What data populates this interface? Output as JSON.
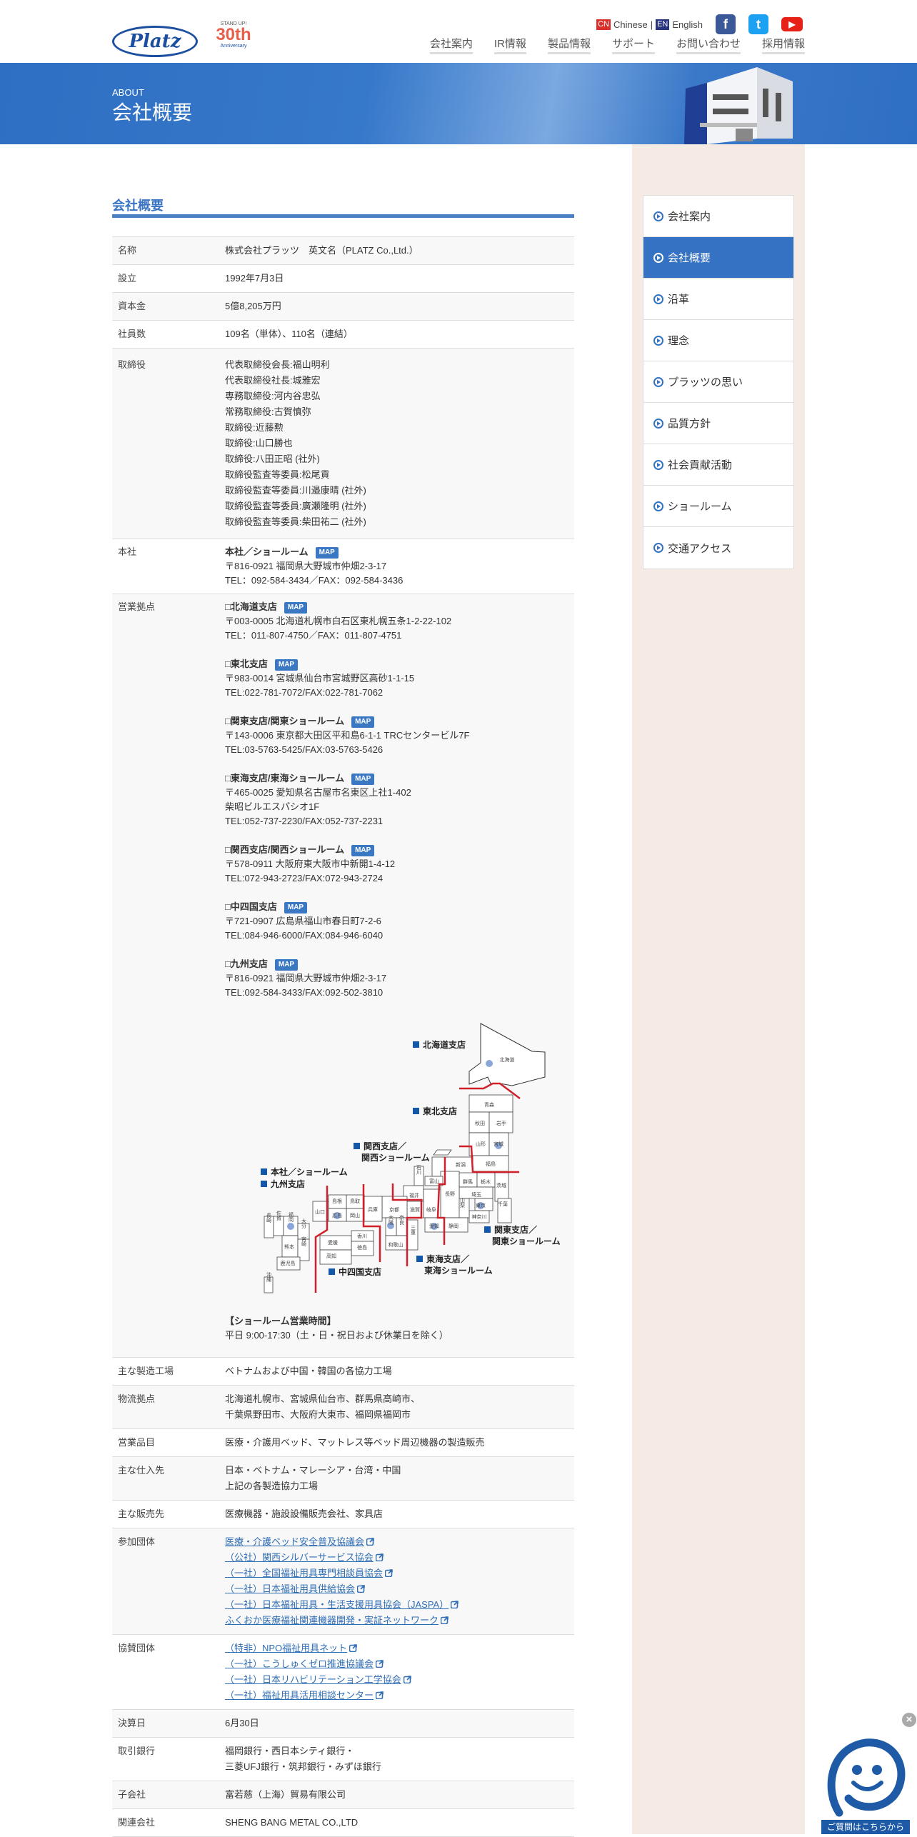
{
  "header": {
    "logo_text": "Platz",
    "anniversary": {
      "top": "STAND UP!",
      "number": "30th",
      "bottom": "Anniversary"
    },
    "lang": [
      {
        "code": "CN",
        "label": "Chinese",
        "color": "#d9302c"
      },
      {
        "code": "EN",
        "label": "English",
        "color": "#2a3580"
      }
    ],
    "separator": "|",
    "social": [
      {
        "icon": "facebook-icon",
        "glyph": "f",
        "color": "#3b5998"
      },
      {
        "icon": "twitter-icon",
        "glyph": "t",
        "color": "#1da1f2"
      },
      {
        "icon": "youtube-icon",
        "glyph": "▶",
        "color": "#e62117"
      }
    ],
    "nav": [
      "会社案内",
      "IR情報",
      "製品情報",
      "サポート",
      "お問い合わせ",
      "採用情報"
    ]
  },
  "banner": {
    "eyebrow": "ABOUT",
    "title": "会社概要"
  },
  "sidebar": {
    "items": [
      "会社案内",
      "会社概要",
      "沿革",
      "理念",
      "プラッツの思い",
      "品質方針",
      "社会貢献活動",
      "ショールーム",
      "交通アクセス"
    ],
    "active_index": 1
  },
  "main": {
    "title": "会社概要",
    "map_label": "MAP",
    "rows": {
      "name": {
        "label": "名称",
        "value": "株式会社プラッツ　英文名（PLATZ Co.,Ltd.）"
      },
      "founded": {
        "label": "設立",
        "value": "1992年7月3日"
      },
      "capital": {
        "label": "資本金",
        "value": "5億8,205万円"
      },
      "employees": {
        "label": "社員数",
        "value": "109名（単体）、110名（連結）"
      },
      "directors": {
        "label": "取締役",
        "values": [
          "代表取締役会長:福山明利",
          "代表取締役社長:城雅宏",
          "専務取締役:河内谷忠弘",
          "常務取締役:古賀慎弥",
          "取締役:近藤勲",
          "取締役:山口勝也",
          "取締役:八田正昭 (社外)",
          "取締役監査等委員:松尾貢",
          "取締役監査等委員:川邉康晴 (社外)",
          "取締役監査等委員:廣瀬隆明 (社外)",
          "取締役監査等委員:柴田祐二 (社外)"
        ]
      },
      "hq": {
        "label": "本社",
        "heading": "本社／ショールーム",
        "address": "〒816-0921 福岡県大野城市仲畑2-3-17",
        "tel": "TEL：092-584-3434／FAX：092-584-3436"
      },
      "offices": {
        "label": "営業拠点",
        "items": [
          {
            "heading": "□北海道支店",
            "lines": [
              "〒003-0005 北海道札幌市白石区東札幌五条1-2-22-102",
              "TEL：011-807-4750／FAX：011-807-4751"
            ]
          },
          {
            "heading": "□東北支店",
            "lines": [
              "〒983-0014 宮城県仙台市宮城野区高砂1-1-15",
              "TEL:022-781-7072/FAX:022-781-7062"
            ]
          },
          {
            "heading": "□関東支店/関東ショールーム",
            "lines": [
              "〒143-0006 東京都大田区平和島6-1-1 TRCセンタービル7F",
              "TEL:03-5763-5425/FAX:03-5763-5426"
            ]
          },
          {
            "heading": "□東海支店/東海ショールーム",
            "lines": [
              "〒465-0025 愛知県名古屋市名東区上社1-402",
              "柴昭ビルエスパシオ1F",
              "TEL:052-737-2230/FAX:052-737-2231"
            ]
          },
          {
            "heading": "□関西支店/関西ショールーム",
            "lines": [
              "〒578-0911 大阪府東大阪市中新開1-4-12",
              "TEL:072-943-2723/FAX:072-943-2724"
            ]
          },
          {
            "heading": "□中四国支店",
            "lines": [
              "〒721-0907 広島県福山市春日町7-2-6",
              "TEL:084-946-6000/FAX:084-946-6040"
            ]
          },
          {
            "heading": "□九州支店",
            "lines": [
              "〒816-0921 福岡県大野城市仲畑2-3-17",
              "TEL:092-584-3433/FAX:092-502-3810"
            ]
          }
        ],
        "map": {
          "branches": [
            "北海道支店",
            "東北支店",
            "関西支店／",
            "関西ショールーム",
            "本社／ショールーム",
            "九州支店",
            "関東支店／",
            "関東ショールーム",
            "東海支店／",
            "東海ショールーム",
            "中四国支店"
          ],
          "prefectures": [
            "北海道",
            "青森",
            "秋田",
            "岩手",
            "山形",
            "宮城",
            "福島",
            "新潟",
            "群馬",
            "栃木",
            "茨城",
            "埼玉",
            "千葉",
            "東京",
            "神奈川",
            "山梨",
            "長野",
            "静岡",
            "富山",
            "石川",
            "福井",
            "岐阜",
            "愛知",
            "滋賀",
            "京都",
            "三重",
            "奈良",
            "大阪",
            "和歌山",
            "兵庫",
            "鳥取",
            "島根",
            "岡山",
            "広島",
            "山口",
            "香川",
            "徳島",
            "愛媛",
            "高知",
            "長崎",
            "佐賀",
            "福岡",
            "大分",
            "熊本",
            "宮崎",
            "鹿児島",
            "沖縄"
          ],
          "branch_color": "#1358a8",
          "line_color": "#d0202a",
          "dot_color": "#8aa6d8"
        },
        "showroom_hours_title": "【ショールーム営業時間】",
        "showroom_hours": "平日 9:00-17:30（土・日・祝日および休業日を除く）"
      },
      "factory": {
        "label": "主な製造工場",
        "value": "ベトナムおよび中国・韓国の各協力工場"
      },
      "logistics": {
        "label": "物流拠点",
        "values": [
          "北海道札幌市、宮城県仙台市、群馬県高崎市、",
          "千葉県野田市、大阪府大東市、福岡県福岡市"
        ]
      },
      "products": {
        "label": "営業品目",
        "value": "医療・介護用ベッド、マットレス等ベッド周辺機器の製造販売"
      },
      "suppliers": {
        "label": "主な仕入先",
        "values": [
          "日本・ベトナム・マレーシア・台湾・中国",
          "上記の各製造協力工場"
        ]
      },
      "customers": {
        "label": "主な販売先",
        "value": "医療機器・施設設備販売会社、家具店"
      },
      "memberships": {
        "label": "参加団体",
        "links": [
          "医療・介護ベッド安全普及協議会",
          "（公社）関西シルバーサービス協会",
          "（一社）全国福祉用具専門相談員協会",
          "（一社）日本福祉用具供給協会",
          "（一社）日本福祉用具・生活支援用具協会（JASPA）",
          "ふくおか医療福祉関連機器開発・実証ネットワーク"
        ]
      },
      "sponsorships": {
        "label": "協賛団体",
        "links": [
          "（特非）NPO福祉用具ネット",
          "（一社）こうしゅくゼロ推進協議会",
          "（一社）日本リハビリテーション工学協会",
          "（一社）福祉用具活用相談センター"
        ]
      },
      "fiscal": {
        "label": "決算日",
        "value": "6月30日"
      },
      "banks": {
        "label": "取引銀行",
        "values": [
          "福岡銀行・西日本シティ銀行・",
          "三菱UFJ銀行・筑邦銀行・みずほ銀行"
        ]
      },
      "subsidiary": {
        "label": "子会社",
        "value": "富若慈（上海）貿易有限公司"
      },
      "affiliate": {
        "label": "関連会社",
        "value": "SHENG BANG METAL CO.,LTD"
      }
    }
  },
  "chat_widget": {
    "label": "ご質問はこちらから",
    "close": "×"
  },
  "colors": {
    "brand_blue": "#3572c4",
    "sidebar_bg": "#f6ebe4",
    "link": "#2f6db5"
  }
}
